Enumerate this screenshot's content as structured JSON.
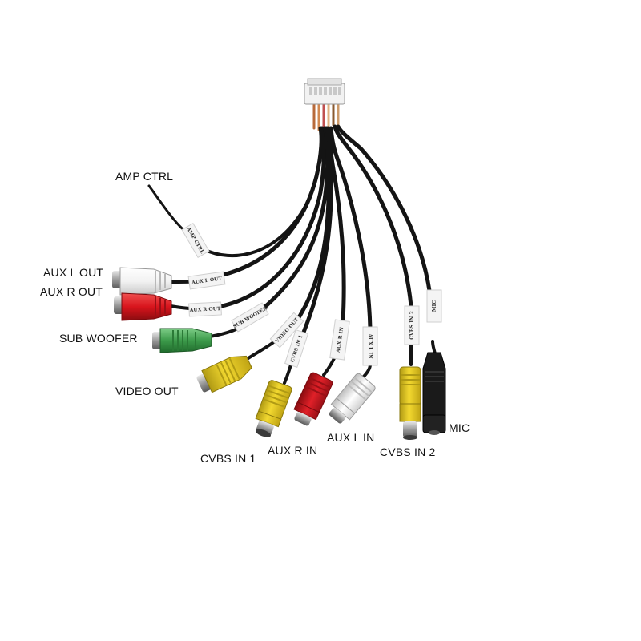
{
  "labels": {
    "amp_ctrl": "AMP CTRL",
    "aux_l_out": "AUX L OUT",
    "aux_r_out": "AUX R OUT",
    "sub_woofer": "SUB WOOFER",
    "video_out": "VIDEO OUT",
    "cvbs_in_1": "CVBS IN 1",
    "aux_r_in": "AUX R IN",
    "aux_l_in": "AUX L IN",
    "cvbs_in_2": "CVBS IN 2",
    "mic": "MIC"
  },
  "tags": {
    "amp_ctrl": "AMP CTRL",
    "aux_l_out": "AUX L OUT",
    "aux_r_out": "AUX R OUT",
    "sub_woofer": "SUB WOOFER",
    "video_out": "VIDEO OUT",
    "cvbs_in_1": "CVBS IN 1",
    "aux_r_in": "AUX R IN",
    "aux_l_in": "AUX L IN",
    "cvbs_in_2": "CVBS IN 2",
    "mic": "MIC"
  },
  "colors": {
    "cable": "#141414",
    "white_plug": "#eeeeee",
    "red_plug": "#d8141c",
    "green_plug": "#3c9a4a",
    "yellow_plug": "#e8cc1e",
    "black_jack": "#1a1a1a",
    "connector": "#f2f2f2"
  }
}
